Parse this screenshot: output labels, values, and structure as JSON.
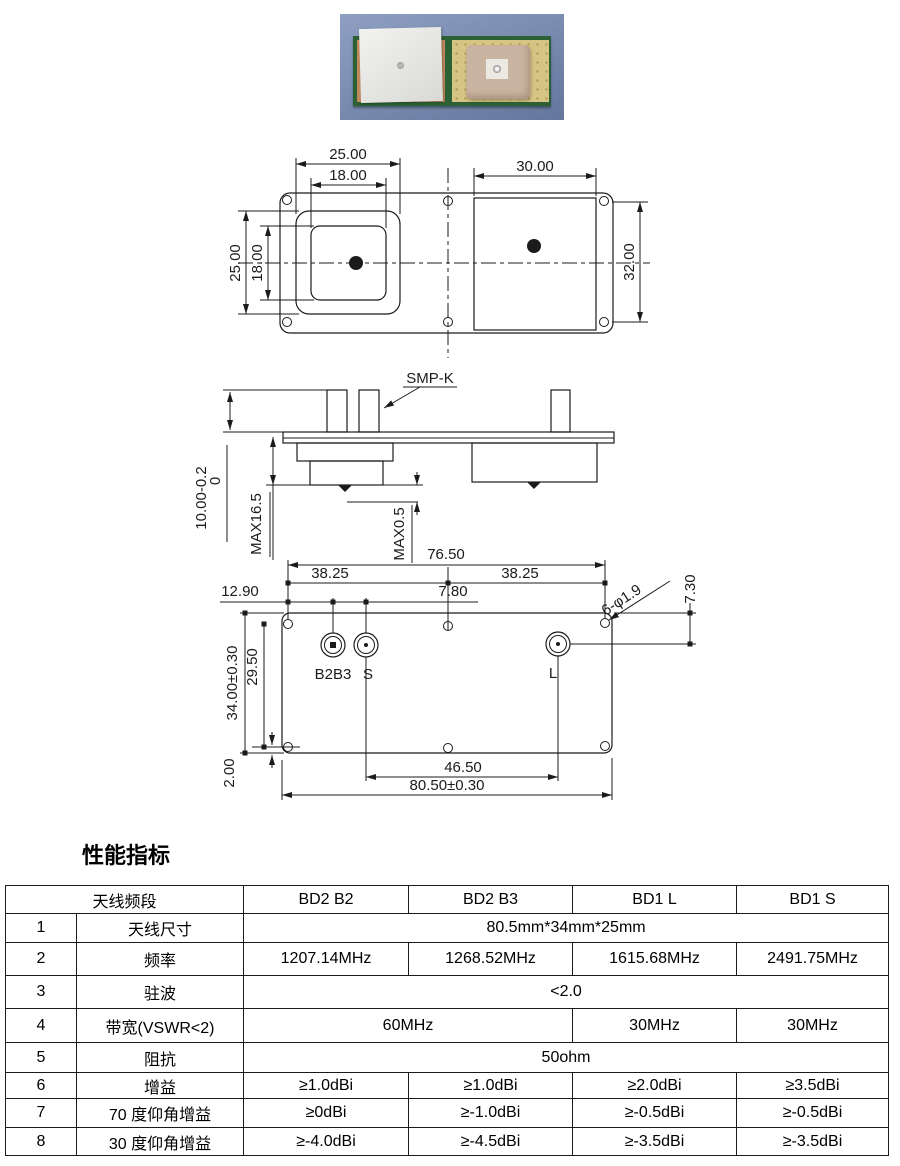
{
  "section_title": "性能指标",
  "photo": {
    "description": "antenna module on blue background"
  },
  "drawings": {
    "top_view": {
      "width_outer": "25.00",
      "width_inner": "18.00",
      "width_right": "30.00",
      "height_left_outer": "25.00",
      "height_left_inner": "18.00",
      "height_right": "32.00"
    },
    "side_view": {
      "connector": "SMP-K",
      "thickness_tol_upper": "0",
      "thickness": "10.00-0.2",
      "max_height": "MAX16.5",
      "pin_max": "MAX0.5"
    },
    "bottom_view": {
      "hole_span_h": "76.50",
      "half_left": "38.25",
      "half_right": "38.25",
      "edge_offset": "12.90",
      "conn_gap": "7.80",
      "holes_note": "6-φ1.9",
      "hole_offset_v": "7.30",
      "height_total": "34.00±0.30",
      "hole_span_v": "29.50",
      "bottom_offset": "2.00",
      "conn_span": "46.50",
      "width_total": "80.50±0.30",
      "label_b2b3": "B2B3",
      "label_s": "S",
      "label_l": "L"
    }
  },
  "table": {
    "header": {
      "band_label": "天线频段",
      "bd2b2": "BD2 B2",
      "bd2b3": "BD2 B3",
      "bd1l": "BD1 L",
      "bd1s": "BD1 S"
    },
    "rows": {
      "r1": {
        "no": "1",
        "name": "天线尺寸",
        "value": "80.5mm*34mm*25mm"
      },
      "r2": {
        "no": "2",
        "name": "频率",
        "bd2b2": "1207.14MHz",
        "bd2b3": "1268.52MHz",
        "bd1l": "1615.68MHz",
        "bd1s": "2491.75MHz"
      },
      "r3": {
        "no": "3",
        "name": "驻波",
        "value": "<2.0"
      },
      "r4": {
        "no": "4",
        "name": "带宽(VSWR<2)",
        "bd2": "60MHz",
        "bd1l": "30MHz",
        "bd1s": "30MHz"
      },
      "r5": {
        "no": "5",
        "name": "阻抗",
        "value": "50ohm"
      },
      "r6": {
        "no": "6",
        "name": "增益",
        "bd2b2": "≥1.0dBi",
        "bd2b3": "≥1.0dBi",
        "bd1l": "≥2.0dBi",
        "bd1s": "≥3.5dBi"
      },
      "r7": {
        "no": "7",
        "name": "70 度仰角增益",
        "bd2b2": "≥0dBi",
        "bd2b3": "≥-1.0dBi",
        "bd1l": "≥-0.5dBi",
        "bd1s": "≥-0.5dBi"
      },
      "r8": {
        "no": "8",
        "name": "30 度仰角增益",
        "bd2b2": "≥-4.0dBi",
        "bd2b3": "≥-4.5dBi",
        "bd1l": "≥-3.5dBi",
        "bd1s": "≥-3.5dBi"
      }
    }
  }
}
